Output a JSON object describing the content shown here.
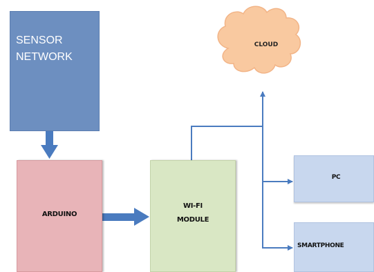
{
  "nodes": {
    "sensor_network": "SENSOR\nNETWORK",
    "arduino": "ARDUINO",
    "wifi_module": "WI-FI\nMODULE",
    "cloud": "CLOUD",
    "pc": "PC",
    "smartphone": "SMARTPHONE"
  },
  "colors": {
    "sensor_network": "#6d8fc0",
    "arduino": "#e8b4b8",
    "wifi_module": "#d9e7c4",
    "cloud": "#f9c9a0",
    "devices": "#c8d7ee",
    "connector": "#4a7bbf"
  }
}
